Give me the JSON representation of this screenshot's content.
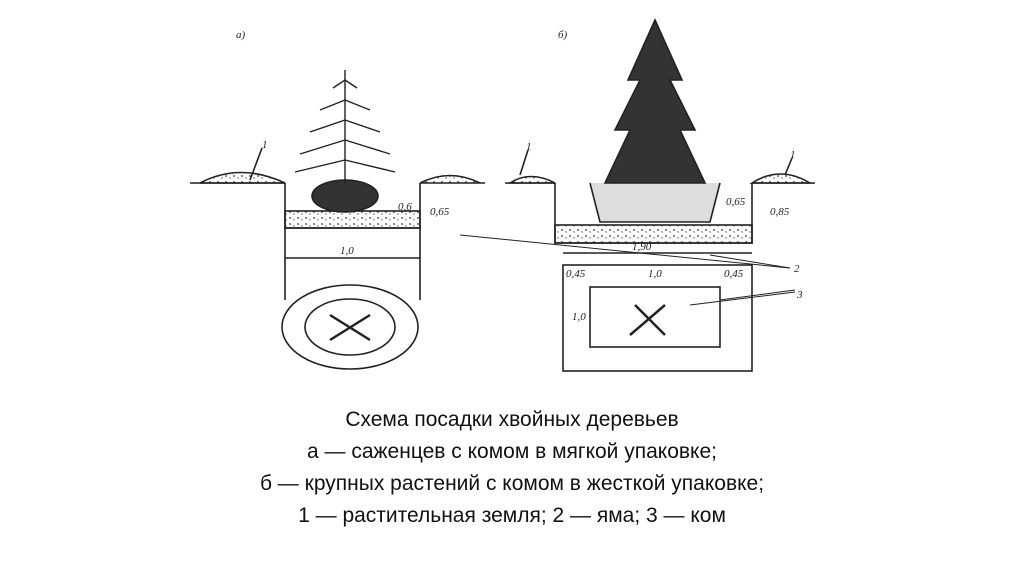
{
  "diagram": {
    "panel_a": {
      "label": "а)",
      "callout": "1",
      "width_dim": "1,0",
      "depth_dims": [
        "0,6",
        "0,65"
      ]
    },
    "panel_b": {
      "label": "б)",
      "callouts": [
        "1",
        "1",
        "2",
        "3"
      ],
      "width_dim": "1,90",
      "plan_dims": [
        "0,45",
        "1,0",
        "0,45"
      ],
      "plan_depth": "1,0",
      "depth_dims": [
        "0,65",
        "0,85"
      ]
    }
  },
  "caption": {
    "lines": [
      "Схема посадки хвойных деревьев",
      "а — саженцев с комом в мягкой упаковке;",
      "б — крупных растений с комом в жесткой упаковке;",
      "1 — растительная земля; 2 — яма; 3 — ком"
    ]
  }
}
